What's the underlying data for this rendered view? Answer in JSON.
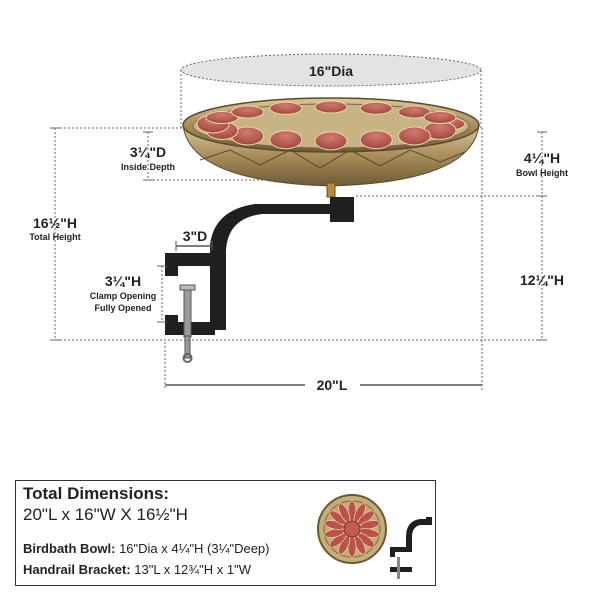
{
  "diagram": {
    "bowl_diameter": "16\"Dia",
    "inside_depth_value": "3¼\"D",
    "inside_depth_caption": "Inside Depth",
    "bowl_height_value": "4¼\"H",
    "bowl_height_caption": "Bowl Height",
    "total_height_value": "16½\"H",
    "total_height_caption": "Total Height",
    "bracket_width": "3\"D",
    "clamp_opening_value": "3¼\"H",
    "clamp_opening_caption_1": "Clamp Opening",
    "clamp_opening_caption_2": "Fully Opened",
    "bracket_height": "12¼\"H",
    "total_length": "20\"L"
  },
  "summary": {
    "title": "Total Dimensions:",
    "dimensions": "20\"L x 16\"W X 16½\"H",
    "bowl_label": "Birdbath Bowl:",
    "bowl_value": "16\"Dia x 4¼\"H (3¼\"Deep)",
    "bracket_label": "Handrail Bracket:",
    "bracket_value": "13\"L x 12¾\"H x 1\"W"
  },
  "colors": {
    "petal": "#b8524a",
    "brass": "#b09a6a",
    "bracket": "#1f1f1f",
    "dim_line": "#555555"
  }
}
